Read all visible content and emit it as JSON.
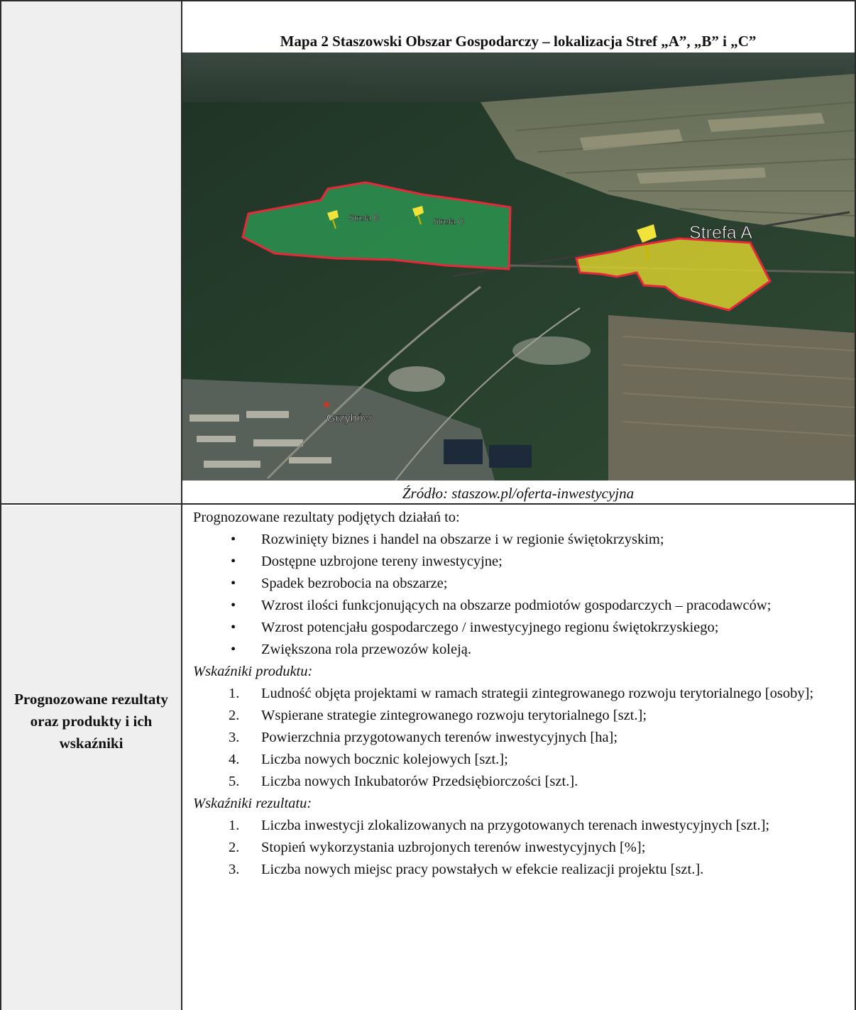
{
  "map": {
    "title": "Mapa 2 Staszowski Obszar Gospodarczy – lokalizacja Stref „A”, „B” i „C”",
    "labels": {
      "strefa_a": "Strefa A",
      "strefa_b": "Strefa B",
      "strefa_c": "Strefa C",
      "grzybow": "Grzybów"
    },
    "source": "Źródło: staszow.pl/oferta-inwestycyjna",
    "colors": {
      "strefa_a_fill": "#d7cf2e",
      "strefa_bc_fill": "#2e9f55",
      "border": "#e6283a"
    }
  },
  "results": {
    "row_label": "Prognozowane rezultaty oraz produkty i ich wskaźniki",
    "intro": "Prognozowane rezultaty podjętych działań to:",
    "bullets": [
      "Rozwinięty biznes i handel na obszarze i w regionie świętokrzyskim;",
      "Dostępne uzbrojone tereny inwestycyjne;",
      "Spadek bezrobocia na obszarze;",
      "Wzrost ilości funkcjonujących na obszarze podmiotów gospodarczych – pracodawców;",
      "Wzrost potencjału gospodarczego / inwestycyjnego regionu świętokrzyskiego;",
      "Zwiększona rola przewozów koleją."
    ],
    "product_heading": "Wskaźniki produktu:",
    "product_items": [
      "Ludność objęta projektami w ramach strategii zintegrowanego rozwoju terytorialnego [osoby];",
      "Wspierane strategie zintegrowanego rozwoju terytorialnego [szt.];",
      "Powierzchnia przygotowanych terenów inwestycyjnych [ha];",
      "Liczba nowych bocznic kolejowych [szt.];",
      "Liczba nowych Inkubatorów Przedsiębiorczości [szt.]."
    ],
    "result_heading": "Wskaźniki rezultatu:",
    "result_items": [
      "Liczba inwestycji zlokalizowanych na przygotowanych terenach inwestycyjnych [szt.];",
      "Stopień wykorzystania uzbrojonych terenów inwestycyjnych [%];",
      "Liczba nowych miejsc pracy powstałych w efekcie realizacji projektu [szt.]."
    ]
  }
}
